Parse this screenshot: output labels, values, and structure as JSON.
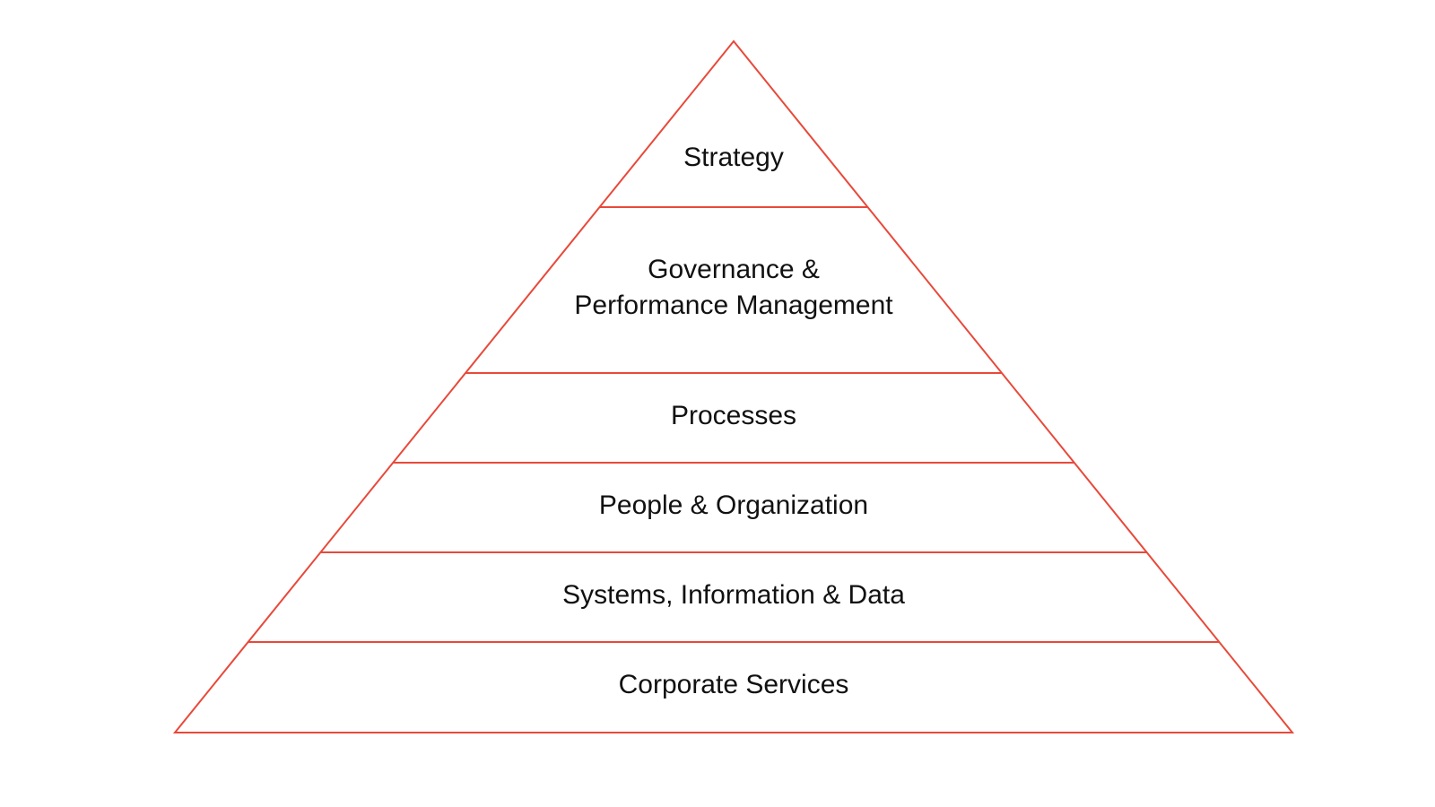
{
  "diagram": {
    "type": "pyramid",
    "stroke_color": "#e8493a",
    "text_color": "#111111",
    "background": "#ffffff",
    "layers": [
      {
        "id": "strategy",
        "lines": [
          "Strategy"
        ]
      },
      {
        "id": "governance",
        "lines": [
          "Governance &",
          "Performance Management"
        ]
      },
      {
        "id": "processes",
        "lines": [
          "Processes"
        ]
      },
      {
        "id": "people",
        "lines": [
          "People & Organization"
        ]
      },
      {
        "id": "systems",
        "lines": [
          "Systems, Information & Data"
        ]
      },
      {
        "id": "corporate",
        "lines": [
          "Corporate Services"
        ]
      }
    ]
  }
}
